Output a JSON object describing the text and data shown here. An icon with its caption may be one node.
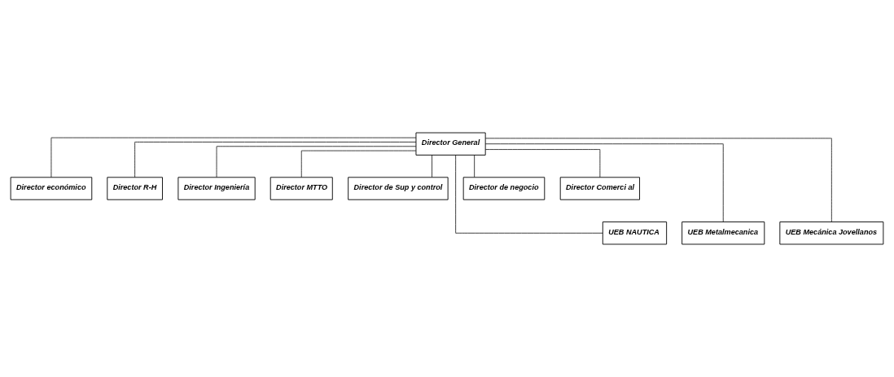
{
  "diagram": {
    "nodes": [
      {
        "text": [
          "Director General"
        ]
      },
      {
        "text": [
          "Director económico"
        ]
      },
      {
        "text": [
          "Director R-H"
        ]
      },
      {
        "text": [
          "Director Ingeniería"
        ]
      },
      {
        "text": [
          "Director MTTO"
        ]
      },
      {
        "text": [
          "Director de Sup y control"
        ]
      },
      {
        "text": [
          "Director de negocio"
        ]
      },
      {
        "text": [
          "Director Comerci al"
        ]
      },
      {
        "text": [
          "UEB NAUTICA"
        ]
      },
      {
        "text": [
          "UEB Metalmecanica"
        ]
      },
      {
        "text": [
          "UEB Mecánica Jovellanos"
        ]
      }
    ],
    "edges": [
      {
        "from": 0,
        "to": 1,
        "arrow": "none"
      },
      {
        "from": 0,
        "to": 2,
        "arrow": "none"
      },
      {
        "from": 0,
        "to": 3,
        "arrow": "none"
      },
      {
        "from": 0,
        "to": 4,
        "arrow": "none"
      },
      {
        "from": 0,
        "to": 5,
        "arrow": "none"
      },
      {
        "from": 0,
        "to": 6,
        "arrow": "none"
      },
      {
        "from": 0,
        "to": 7,
        "arrow": "none"
      },
      {
        "from": 0,
        "to": 8,
        "arrow": "none"
      },
      {
        "from": 0,
        "to": 9,
        "arrow": "none"
      },
      {
        "from": 0,
        "to": 10,
        "arrow": "none"
      }
    ]
  }
}
